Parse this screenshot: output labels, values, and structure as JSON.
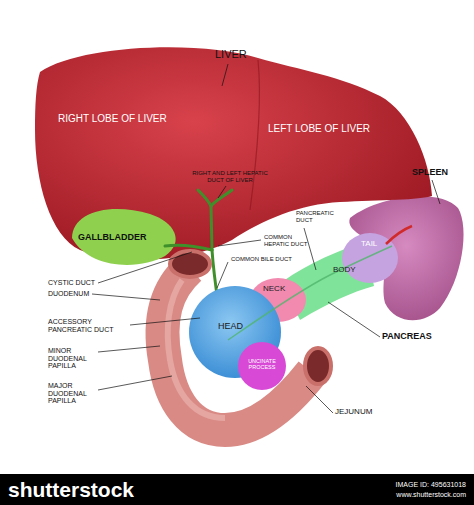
{
  "diagram": {
    "labels": [
      "LIVER",
      "RIGHT LOBE OF LIVER",
      "LEFT LOBE OF LIVER",
      "SPLEEN",
      "GALLBLADDER",
      "RIGHT AND LEFT HEPATIC DUCT OF LIVER",
      "PANCREATIC DUCT",
      "COMMON HEPATIC DUCT",
      "TAIL",
      "COMMON BILE DUCT",
      "BODY",
      "CYSTIC DUCT",
      "DUODENUM",
      "NECK",
      "ACCESSORY PANCREATIC DUCT",
      "HEAD",
      "PANCREAS",
      "MINOR DUODENAL PAPILLA",
      "UNCINATE PROCESS",
      "MAJOR DUODENAL PAPILLA",
      "JEJUNUM",
      "shutterstock",
      "IMAGE ID: 495631018",
      "www.shutterstock.com"
    ]
  }
}
